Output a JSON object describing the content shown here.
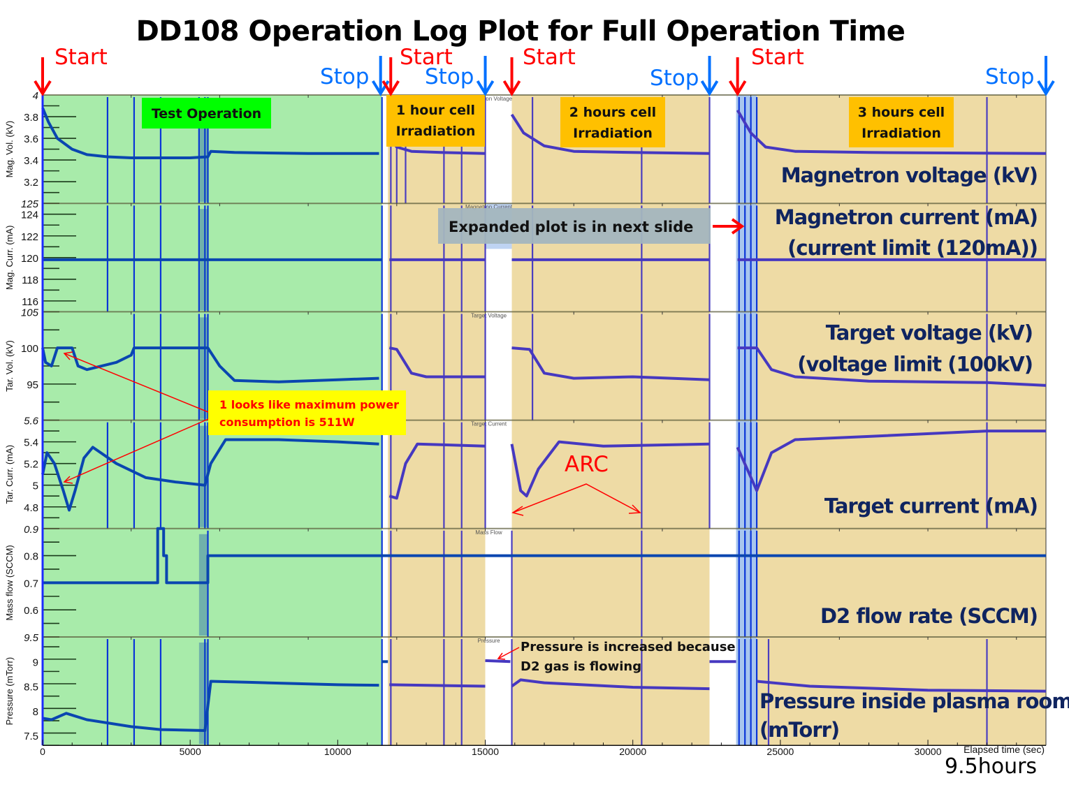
{
  "title": "DD108 Operation Log Plot for Full Operation Time",
  "duration_note": "9.5hours",
  "chart_data": {
    "type": "line",
    "title": "DD108 Operation Log Plot for Full Operation Time",
    "xlabel": "Elapsed time (sec)",
    "xlim": [
      0,
      34000
    ],
    "xticks": [
      0,
      5000,
      10000,
      15000,
      20000,
      25000,
      30000
    ],
    "grid": false,
    "phases": [
      {
        "label": "Test Operation",
        "start": 0,
        "end": 11500,
        "color": "#a8ebaa",
        "tag_color": "#00ff00"
      },
      {
        "label": "1 hour  cell\nIrradiation",
        "start": 11700,
        "end": 15000,
        "color": "#eedba5",
        "tag_color": "#ffc000"
      },
      {
        "label": "2 hours cell\nIrradiation",
        "start": 15900,
        "end": 22600,
        "color": "#eedba5",
        "tag_color": "#ffc000"
      },
      {
        "label": "3 hours cell\nIrradiation",
        "start": 24200,
        "end": 34000,
        "color": "#eedba5",
        "tag_color": "#ffc000"
      }
    ],
    "highlight_band": {
      "start": 23500,
      "end": 24200,
      "color": "#a8c6ee"
    },
    "events": [
      {
        "type": "Start",
        "t": 0
      },
      {
        "type": "Stop",
        "t": 11500
      },
      {
        "type": "Start",
        "t": 11750
      },
      {
        "type": "Stop",
        "t": 15000
      },
      {
        "type": "Start",
        "t": 15900
      },
      {
        "type": "Stop",
        "t": 22600
      },
      {
        "type": "Start",
        "t": 23550
      },
      {
        "type": "Stop",
        "t": 34000
      }
    ],
    "panels": [
      {
        "name": "mag-vol",
        "ylabel": "Mag. Vol. (kV)",
        "subtitle": "Magnetron Voltage",
        "ylim": [
          3.0,
          4.0
        ],
        "yticks": [
          3.2,
          3.4,
          3.6,
          3.8
        ],
        "caption": [
          "Magnetron voltage (kV)"
        ],
        "series": [
          [
            [
              0,
              3.88
            ],
            [
              200,
              3.75
            ],
            [
              500,
              3.6
            ],
            [
              1000,
              3.5
            ],
            [
              1500,
              3.45
            ],
            [
              2200,
              3.43
            ],
            [
              3000,
              3.42
            ],
            [
              4000,
              3.42
            ],
            [
              5000,
              3.42
            ],
            [
              5600,
              3.43
            ],
            [
              5700,
              3.48
            ],
            [
              6500,
              3.47
            ],
            [
              9000,
              3.46
            ],
            [
              11400,
              3.46
            ]
          ],
          [
            [
              11750,
              3.6
            ],
            [
              12000,
              3.52
            ],
            [
              12500,
              3.48
            ],
            [
              13500,
              3.47
            ],
            [
              15000,
              3.46
            ]
          ],
          [
            [
              15900,
              3.82
            ],
            [
              16300,
              3.65
            ],
            [
              17000,
              3.53
            ],
            [
              18000,
              3.48
            ],
            [
              20000,
              3.47
            ],
            [
              22600,
              3.46
            ]
          ],
          [
            [
              23550,
              3.86
            ],
            [
              24000,
              3.65
            ],
            [
              24500,
              3.52
            ],
            [
              25500,
              3.48
            ],
            [
              28000,
              3.47
            ],
            [
              34000,
              3.46
            ]
          ]
        ],
        "spikes": [
          2200,
          3100,
          4000,
          5300,
          5500,
          5600,
          11500,
          11800,
          12000,
          12300,
          13600,
          14200,
          15000,
          16600,
          20300,
          22600,
          23600,
          23800,
          24000,
          24200,
          32000
        ]
      },
      {
        "name": "mag-curr",
        "ylabel": "Mag. Curr. (mA)",
        "subtitle": "Magnetron Current",
        "ylim": [
          115,
          125
        ],
        "yticks": [
          116,
          118,
          120,
          122,
          124
        ],
        "caption": [
          "Magnetron current (mA)",
          "(current limit (120mA))"
        ],
        "series": [
          [
            [
              0,
              119.8
            ],
            [
              11500,
              119.8
            ]
          ],
          [
            [
              11750,
              119.8
            ],
            [
              15000,
              119.8
            ]
          ],
          [
            [
              15900,
              119.8
            ],
            [
              22600,
              119.8
            ]
          ],
          [
            [
              23550,
              119.8
            ],
            [
              34000,
              119.8
            ]
          ]
        ],
        "spikes": [
          2200,
          3100,
          4000,
          5300,
          5500,
          5600,
          11500,
          11800,
          13600,
          14200,
          15000,
          16600,
          20300,
          22600,
          23600,
          23800,
          24000,
          24200,
          32000
        ]
      },
      {
        "name": "tar-vol",
        "ylabel": "Tar. Vol. (kV)",
        "subtitle": "Target Voltage",
        "ylim": [
          90,
          105
        ],
        "yticks": [
          95,
          100
        ],
        "caption": [
          "Target voltage (kV)",
          "(voltage limit (100kV)"
        ],
        "series": [
          [
            [
              0,
              100
            ],
            [
              100,
              98
            ],
            [
              300,
              97.5
            ],
            [
              500,
              100
            ],
            [
              1000,
              100
            ],
            [
              1200,
              97.5
            ],
            [
              1500,
              97
            ],
            [
              2500,
              98
            ],
            [
              3000,
              99
            ],
            [
              3100,
              100
            ],
            [
              4000,
              100
            ],
            [
              5000,
              100
            ],
            [
              5600,
              100
            ],
            [
              6000,
              97.5
            ],
            [
              6500,
              95.5
            ],
            [
              8000,
              95.3
            ],
            [
              10000,
              95.6
            ],
            [
              11400,
              95.8
            ]
          ],
          [
            [
              11750,
              100
            ],
            [
              12000,
              99.8
            ],
            [
              12500,
              96.5
            ],
            [
              13000,
              96
            ],
            [
              15000,
              96
            ]
          ],
          [
            [
              15900,
              100
            ],
            [
              16500,
              99.8
            ],
            [
              17000,
              96.5
            ],
            [
              18000,
              95.8
            ],
            [
              20000,
              96
            ],
            [
              22600,
              95.6
            ]
          ],
          [
            [
              23550,
              100
            ],
            [
              24200,
              100
            ],
            [
              24700,
              97
            ],
            [
              25500,
              96
            ],
            [
              28000,
              95.4
            ],
            [
              32000,
              95.2
            ],
            [
              34000,
              94.8
            ]
          ]
        ],
        "spikes": [
          3100,
          4000,
          5300,
          5500,
          5600,
          11500,
          11800,
          13600,
          14200,
          15000,
          16600,
          20300,
          22600,
          23600,
          23800,
          24000,
          24200,
          32000
        ]
      },
      {
        "name": "tar-curr",
        "ylabel": "Tar. Curr. (mA)",
        "subtitle": "Target Current",
        "ylim": [
          4.6,
          5.6
        ],
        "yticks": [
          4.8,
          5.0,
          5.2,
          5.4
        ],
        "caption": [
          "Target current (mA)"
        ],
        "series": [
          [
            [
              0,
              5.1
            ],
            [
              150,
              5.3
            ],
            [
              400,
              5.2
            ],
            [
              700,
              4.95
            ],
            [
              900,
              4.77
            ],
            [
              1100,
              4.95
            ],
            [
              1400,
              5.25
            ],
            [
              1700,
              5.35
            ],
            [
              2500,
              5.2
            ],
            [
              3500,
              5.07
            ],
            [
              4500,
              5.03
            ],
            [
              5500,
              5.0
            ],
            [
              5700,
              5.2
            ],
            [
              6200,
              5.42
            ],
            [
              8000,
              5.42
            ],
            [
              10000,
              5.4
            ],
            [
              11400,
              5.38
            ]
          ],
          [
            [
              11750,
              4.9
            ],
            [
              12000,
              4.88
            ],
            [
              12300,
              5.2
            ],
            [
              12700,
              5.38
            ],
            [
              15000,
              5.36
            ]
          ],
          [
            [
              15900,
              5.38
            ],
            [
              16200,
              4.95
            ],
            [
              16400,
              4.9
            ],
            [
              16800,
              5.15
            ],
            [
              17500,
              5.4
            ],
            [
              19000,
              5.36
            ],
            [
              22600,
              5.38
            ]
          ],
          [
            [
              23550,
              5.35
            ],
            [
              24200,
              4.95
            ],
            [
              24700,
              5.3
            ],
            [
              25500,
              5.42
            ],
            [
              28000,
              5.45
            ],
            [
              32000,
              5.5
            ],
            [
              34000,
              5.5
            ]
          ]
        ],
        "spikes": [
          2200,
          3100,
          4000,
          5300,
          5500,
          5600,
          11500,
          11800,
          13600,
          14200,
          15000,
          20300,
          22600,
          23600,
          23800,
          24000,
          24200,
          32000
        ]
      },
      {
        "name": "mass-flow",
        "ylabel": "Mass flow (SCCM)",
        "subtitle": "Mass Flow",
        "ylim": [
          0.5,
          0.9
        ],
        "yticks": [
          0.6,
          0.7,
          0.8
        ],
        "caption": [
          "D2 flow rate (SCCM)"
        ],
        "series": [
          [
            [
              0,
              0.7
            ],
            [
              3900,
              0.7
            ],
            [
              3900,
              0.9
            ],
            [
              4100,
              0.9
            ],
            [
              4100,
              0.8
            ],
            [
              4200,
              0.8
            ],
            [
              4200,
              0.7
            ],
            [
              5600,
              0.7
            ],
            [
              5600,
              0.8
            ],
            [
              34000,
              0.8
            ]
          ]
        ],
        "spikes": [
          5600,
          11500,
          11800,
          13600,
          14200,
          15900,
          20300,
          23600,
          23800,
          24000,
          24200
        ]
      },
      {
        "name": "pressure",
        "ylabel": "Pressure (mTorr)",
        "subtitle": "Pressure",
        "ylim": [
          7.3,
          9.5
        ],
        "yticks": [
          7.5,
          8.0,
          8.5,
          9.0
        ],
        "caption": [
          "Pressure inside plasma room",
          "(mTorr)"
        ],
        "series": [
          [
            [
              0,
              7.85
            ],
            [
              300,
              7.82
            ],
            [
              800,
              7.95
            ],
            [
              1500,
              7.82
            ],
            [
              3000,
              7.68
            ],
            [
              4000,
              7.62
            ],
            [
              5500,
              7.6
            ],
            [
              5700,
              8.6
            ],
            [
              7000,
              8.58
            ],
            [
              10000,
              8.53
            ],
            [
              11400,
              8.52
            ]
          ],
          [
            [
              11500,
              9.0
            ],
            [
              11700,
              9.0
            ]
          ],
          [
            [
              11750,
              8.53
            ],
            [
              15000,
              8.5
            ]
          ],
          [
            [
              15000,
              9.02
            ],
            [
              15850,
              9.0
            ]
          ],
          [
            [
              15900,
              8.5
            ],
            [
              16200,
              8.63
            ],
            [
              17000,
              8.57
            ],
            [
              20000,
              8.48
            ],
            [
              22600,
              8.45
            ]
          ],
          [
            [
              22600,
              9.0
            ],
            [
              23500,
              9.0
            ]
          ],
          [
            [
              24200,
              8.6
            ],
            [
              26000,
              8.5
            ],
            [
              30000,
              8.42
            ],
            [
              34000,
              8.4
            ]
          ]
        ],
        "spikes": [
          2200,
          3100,
          4000,
          5500,
          5600,
          11500,
          11800,
          13600,
          14200,
          15900,
          20300,
          23600,
          23800,
          24000,
          24200,
          24600,
          32000
        ]
      }
    ],
    "annotations": [
      {
        "text": "Expanded plot is in next slide",
        "style": "gray-box"
      },
      {
        "text": "1 looks like maximum power\nconsumption is 511W",
        "style": "yellow-box"
      },
      {
        "text": "ARC",
        "style": "red-text"
      },
      {
        "text": "Pressure is increased because\nD2 gas is flowing",
        "style": "plain-text"
      }
    ]
  }
}
